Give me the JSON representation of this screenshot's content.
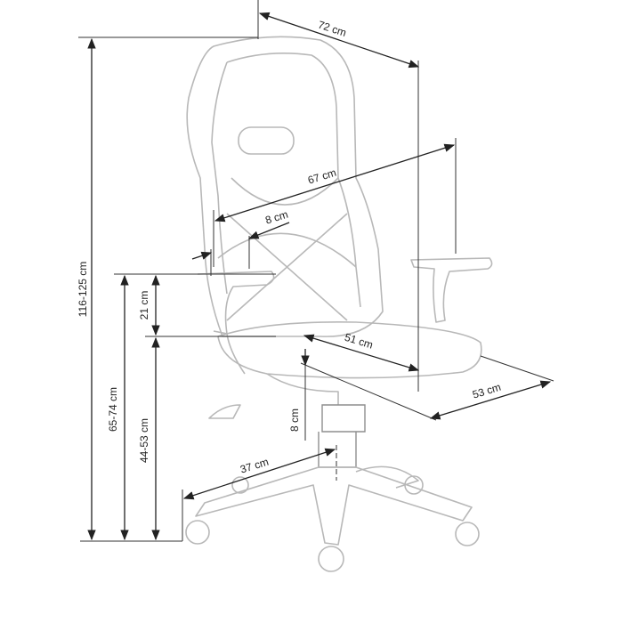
{
  "title": "Chair dimensions diagram",
  "dimensions": {
    "total_height": "116-125 cm",
    "width": "72 cm",
    "backrest_height_diag": "67 cm",
    "armrest_width": "8 cm",
    "armrest_height_above_seat": "21 cm",
    "armrest_height": "65-74 cm",
    "seat_height": "44-53 cm",
    "seat_depth": "51 cm",
    "seat_width": "53 cm",
    "seat_thickness": "8 cm",
    "base_radius": "37 cm"
  },
  "colors": {
    "dimension_line": "#222222",
    "chair_outline": "#b8b8b8"
  }
}
